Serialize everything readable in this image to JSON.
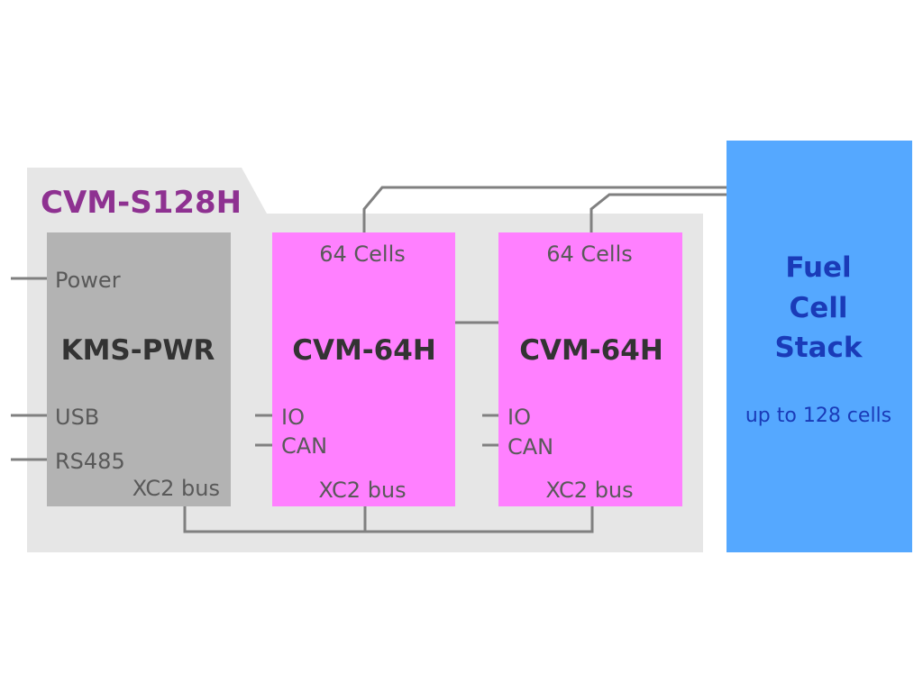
{
  "system": {
    "name": "CVM-S128H",
    "title_color": "#8e3191"
  },
  "kms": {
    "name": "KMS-PWR",
    "ports": {
      "power": "Power",
      "usb": "USB",
      "rs485": "RS485",
      "bus": "XC2 bus"
    }
  },
  "modules": [
    {
      "cells": "64 Cells",
      "name": "CVM-64H",
      "io": "IO",
      "can": "CAN",
      "bus": "XC2 bus"
    },
    {
      "cells": "64 Cells",
      "name": "CVM-64H",
      "io": "IO",
      "can": "CAN",
      "bus": "XC2 bus"
    }
  ],
  "stack": {
    "line1": "Fuel",
    "line2": "Cell",
    "line3": "Stack",
    "capacity": "up to 128 cells"
  },
  "colors": {
    "enclosure": "#e6e6e6",
    "kms_box": "#b3b3b3",
    "module_box": "#ff80ff",
    "stack_box": "#55a8ff",
    "stack_text": "#1a3bb8",
    "wire": "#808080",
    "label_text": "#595959",
    "dark_text": "#333333"
  }
}
